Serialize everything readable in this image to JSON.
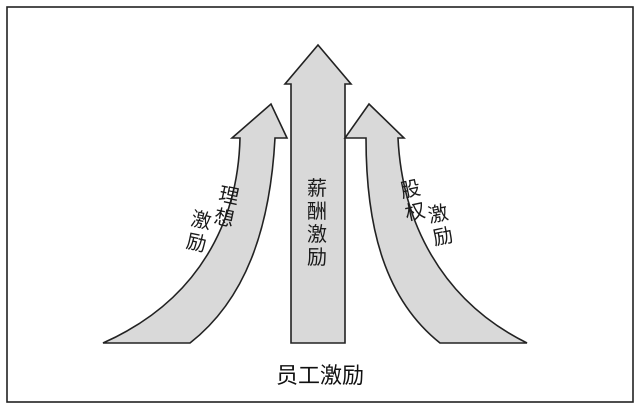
{
  "diagram": {
    "arrows": {
      "left": {
        "label": "理想激励"
      },
      "center": {
        "label": "薪酬激励"
      },
      "right": {
        "label": "股权激励"
      }
    },
    "caption": "员工激励",
    "colors": {
      "arrow_fill": "#d9d9d9",
      "stroke": "#222222",
      "background": "#ffffff"
    }
  }
}
